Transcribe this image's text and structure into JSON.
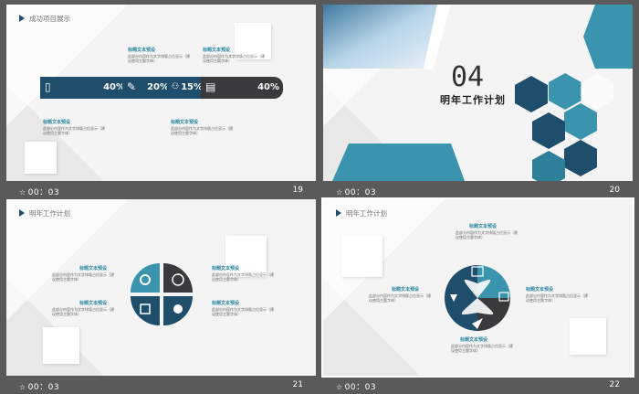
{
  "colors": {
    "navy": "#1e4e6b",
    "teal": "#3a94ad",
    "dark": "#3a3a3c",
    "bg": "#5a5a5a"
  },
  "slides": [
    {
      "time": "00：03",
      "number": "19",
      "title": "成功项目展示",
      "bands": [
        {
          "value": "40%",
          "icon": "phone-icon"
        },
        {
          "value": "20%",
          "icon": "edit-icon"
        },
        {
          "value": "15%",
          "icon": "people-icon"
        },
        {
          "value": "40%",
          "icon": "book-icon"
        }
      ],
      "labels": [
        {
          "title": "标题文本预设",
          "text": "此部分内容作为文字排版占位显示（建议使用主题字体）"
        },
        {
          "title": "标题文本预设",
          "text": "此部分内容作为文字排版占位显示（建议使用主题字体）"
        },
        {
          "title": "标题文本预设",
          "text": "此部分内容作为文字排版占位显示（建议使用主题字体）"
        },
        {
          "title": "标题文本预设",
          "text": "此部分内容作为文字排版占位显示（建议使用主题字体）"
        }
      ]
    },
    {
      "time": "00：03",
      "number": "20",
      "big": "04",
      "subtitle": "明年工作计划"
    },
    {
      "time": "00：03",
      "number": "21",
      "title": "明年工作计划",
      "labels": [
        {
          "title": "标题文本预设",
          "text": "此部分内容作为文字排版占位显示（建议使用主题字体）"
        },
        {
          "title": "标题文本预设",
          "text": "此部分内容作为文字排版占位显示（建议使用主题字体）"
        },
        {
          "title": "标题文本预设",
          "text": "此部分内容作为文字排版占位显示（建议使用主题字体）"
        },
        {
          "title": "标题文本预设",
          "text": "此部分内容作为文字排版占位显示（建议使用主题字体）"
        }
      ]
    },
    {
      "time": "00：03",
      "number": "22",
      "title": "明年工作计划",
      "labels": [
        {
          "title": "标题文本预设",
          "text": "此部分内容作为文字排版占位显示（建议使用主题字体）"
        },
        {
          "title": "标题文本预设",
          "text": "此部分内容作为文字排版占位显示（建议使用主题字体）"
        },
        {
          "title": "标题文本预设",
          "text": "此部分内容作为文字排版占位显示（建议使用主题字体）"
        },
        {
          "title": "标题文本预设",
          "text": "此部分内容作为文字排版占位显示（建议使用主题字体）"
        }
      ]
    }
  ]
}
